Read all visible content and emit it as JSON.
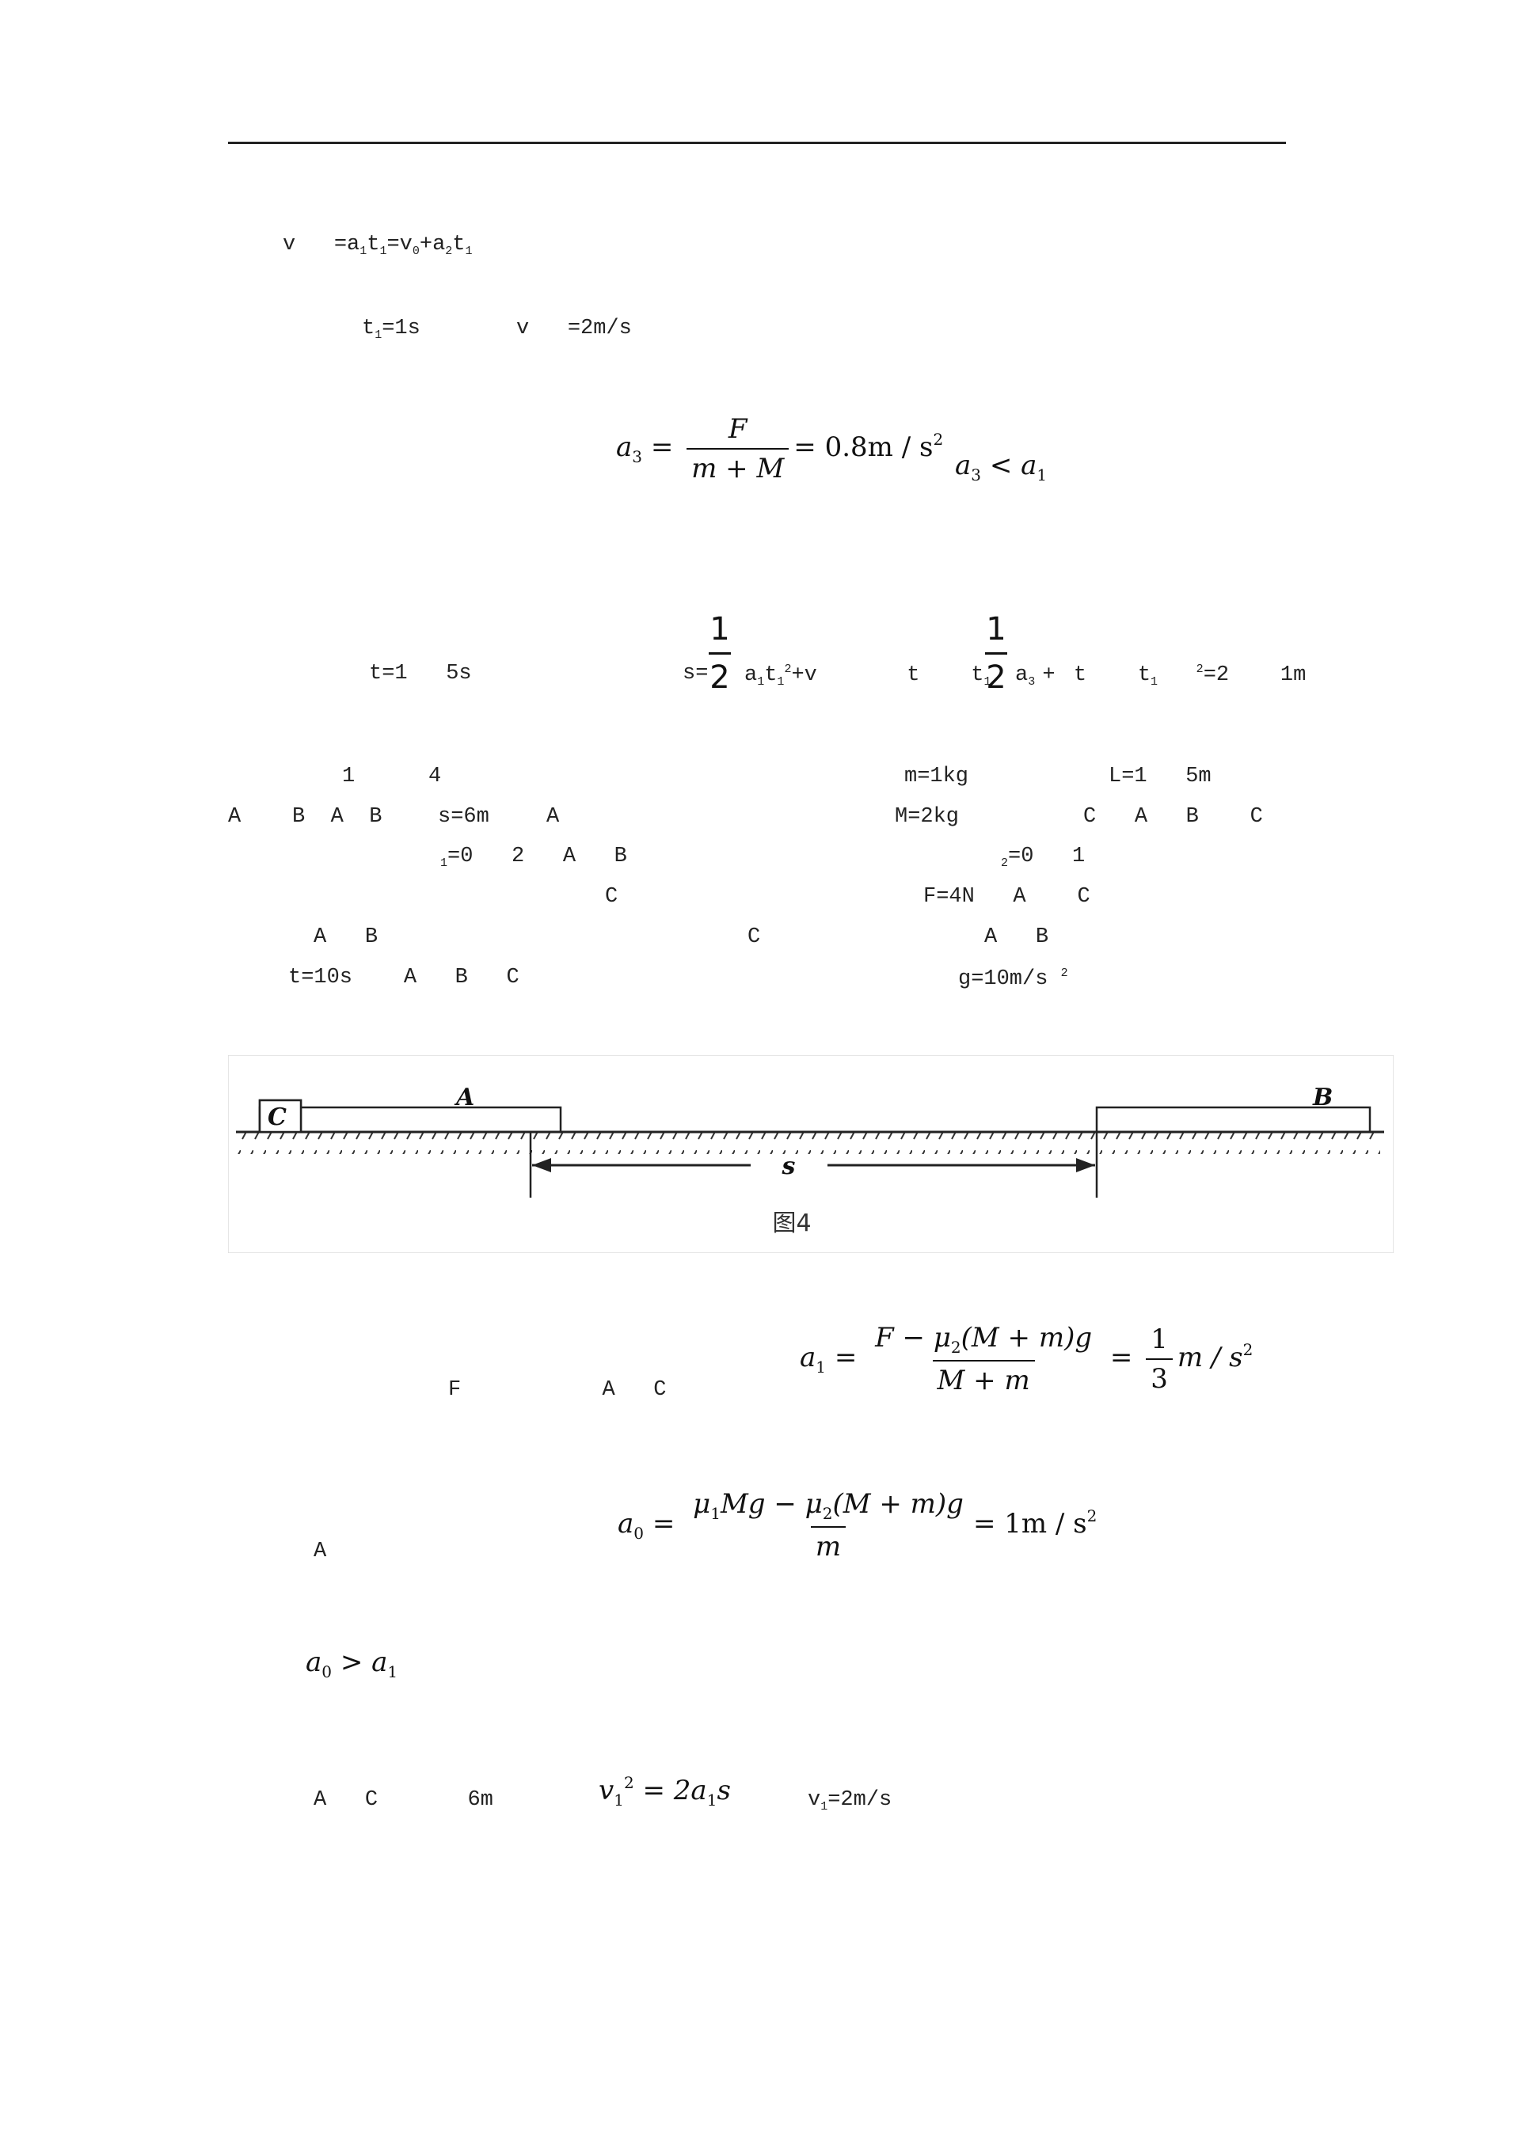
{
  "line1": {
    "v": "v",
    "eq1": "=a",
    "s1": "1",
    "t1": "t",
    "s2": "1",
    "rest": "=v",
    "s0": "0",
    "plus": "+a",
    "s3": "2",
    "t2": "t",
    "s4": "1"
  },
  "line2": {
    "t": "t",
    "s": "1",
    "val": "=1s",
    "v": "v",
    "vval": "=2m/s"
  },
  "eq_a3": {
    "lhs": "a",
    "lhs_sub": "3",
    "num": "F",
    "den": "m + M",
    "rhs": "= 0.8m / s",
    "rhs_sup": "2",
    "cmp_a": "a",
    "cmp_sub": "3",
    "cmp_op": "< a",
    "cmp_sub2": "1"
  },
  "line3": {
    "t": "t=1",
    "t2": "5s",
    "one1": "1",
    "two1": "2",
    "s": "s=",
    "a": "a",
    "as": "1",
    "tt": "t",
    "ts": "1",
    "tsup": "2",
    "plusv": "+v",
    "tt2": "t",
    "tt3": "t",
    "tsub3": "1",
    "plus": "+",
    "one2": "1",
    "two2": "2",
    "a3": "a",
    "a3s": "3",
    "tt4": "t",
    "tt5": "t",
    "tsub5": "1",
    "tsup5": "2",
    "res": "=2",
    "res2": "1m"
  },
  "problem": {
    "r1": {
      "n1": "1",
      "n2": "4",
      "m": "m=1kg",
      "L": "L=1",
      "L2": "5m"
    },
    "r2": {
      "A1": "A",
      "B1": "B",
      "A2": "A",
      "B2": "B",
      "s": "s=6m",
      "A3": "A",
      "M": "M=2kg",
      "C1": "C",
      "A4": "A",
      "B3": "B",
      "C2": "C"
    },
    "r3": {
      "mu1sub": "1",
      "mu1": "=0",
      "mu1b": "2",
      "A": "A",
      "B": "B",
      "mu2sub": "2",
      "mu2": "=0",
      "mu2b": "1"
    },
    "r4": {
      "C": "C",
      "F": "F=4N",
      "A": "A",
      "C2": "C"
    },
    "r5": {
      "A": "A",
      "B": "B",
      "C": "C",
      "A2": "A",
      "B2": "B"
    },
    "r6": {
      "t": "t=10s",
      "A": "A",
      "B": "B",
      "C": "C",
      "g": "g=10m/s",
      "gsup": "2"
    }
  },
  "figure": {
    "label_c": "C",
    "label_a": "A",
    "label_b": "B",
    "label_s": "s",
    "caption": "图4"
  },
  "eq_a1": {
    "pre_F": "F",
    "pre_A": "A",
    "pre_C": "C",
    "lhs": "a",
    "lhs_sub": "1",
    "num": "F − μ",
    "num_sub": "2",
    "num_rest": "(M + m)g",
    "den": "M + m",
    "res_num": "1",
    "res_den": "3",
    "unit": "m / s",
    "unit_sup": "2"
  },
  "eq_a0": {
    "pre": "A",
    "lhs": "a",
    "lhs_sub": "0",
    "num_mu": "μ",
    "num_sub1": "1",
    "num_mid": "Mg − μ",
    "num_sub2": "2",
    "num_rest": "(M + m)g",
    "den": "m",
    "rhs": "= 1m / s",
    "rhs_sup": "2"
  },
  "eq_cmp": {
    "a": "a",
    "s0": "0",
    "op": "> a",
    "s1": "1"
  },
  "last": {
    "A": "A",
    "C": "C",
    "d": "6m",
    "v": "v",
    "vsub": "1",
    "vsup": "2",
    "rhs": "= 2a",
    "rsub": "1",
    "rs": "s",
    "v2": "v",
    "v2sub": "1",
    "v2val": "=2m/s"
  }
}
